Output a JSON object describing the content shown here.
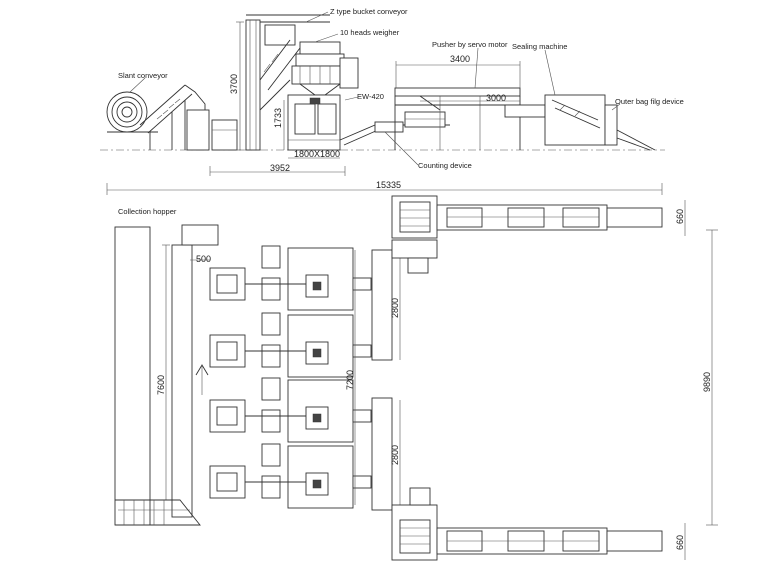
{
  "labels": {
    "z_bucket": "Z type bucket conveyor",
    "heads_weigher": "10 heads weigher",
    "pusher": "Pusher by servo motor",
    "sealing": "Sealing machine",
    "slant": "Slant conveyor",
    "outer_bag": "Outer bag filg device",
    "ew420": "EW-420",
    "counting": "Counting device",
    "collection_hopper": "Collection hopper"
  },
  "dimensions": {
    "d3700": "3700",
    "d3400": "3400",
    "d3000": "3000",
    "d1733": "1733",
    "d1800": "1800X1800",
    "d3952": "3952",
    "d15335": "15335",
    "d500": "500",
    "d7600": "7600",
    "d7200": "7200",
    "d2800a": "2800",
    "d2800b": "2800",
    "d660a": "660",
    "d660b": "660",
    "d9890": "9890"
  }
}
